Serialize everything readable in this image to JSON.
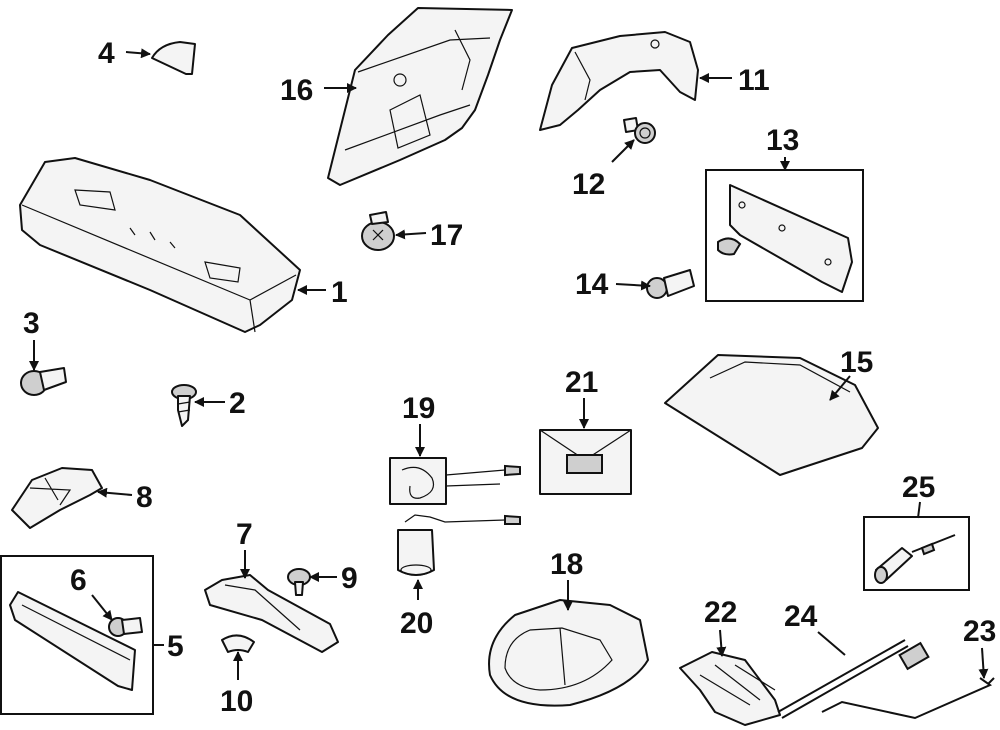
{
  "callouts": [
    {
      "label": "1"
    },
    {
      "label": "2"
    },
    {
      "label": "3"
    },
    {
      "label": "4"
    },
    {
      "label": "5"
    },
    {
      "label": "6"
    },
    {
      "label": "7"
    },
    {
      "label": "8"
    },
    {
      "label": "9"
    },
    {
      "label": "10"
    },
    {
      "label": "11"
    },
    {
      "label": "12"
    },
    {
      "label": "13"
    },
    {
      "label": "14"
    },
    {
      "label": "15"
    },
    {
      "label": "16"
    },
    {
      "label": "17"
    },
    {
      "label": "18"
    },
    {
      "label": "19"
    },
    {
      "label": "20"
    },
    {
      "label": "21"
    },
    {
      "label": "22"
    },
    {
      "label": "23"
    },
    {
      "label": "24"
    },
    {
      "label": "25"
    }
  ],
  "colors": {
    "ink": "#111111",
    "background": "#ffffff",
    "part_fill": "#f4f4f4"
  }
}
